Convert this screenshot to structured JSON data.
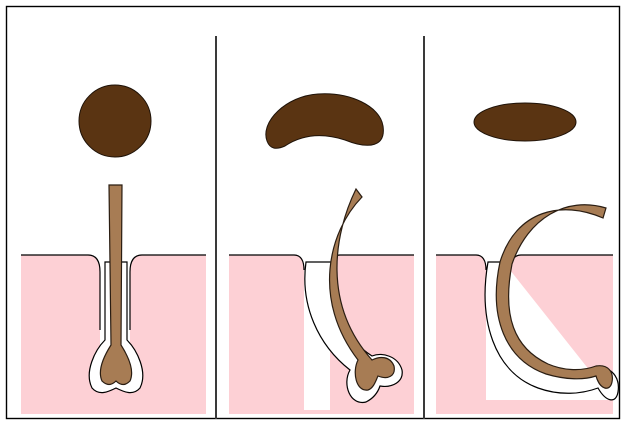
{
  "colors": {
    "background": "#ffffff",
    "frame": "#000000",
    "divider": "#3a3a3a",
    "skin": "#fdd0d5",
    "skin_edge": "#000000",
    "hair_shaft": "#a77c54",
    "hair_edge": "#2a1d12",
    "follicle_gap": "#ffffff",
    "cross_section": "#5a3412"
  },
  "panels": [
    {
      "id": "straight",
      "cross_section_shape": "circle"
    },
    {
      "id": "wavy",
      "cross_section_shape": "kidney"
    },
    {
      "id": "curly",
      "cross_section_shape": "flat-oval"
    }
  ]
}
